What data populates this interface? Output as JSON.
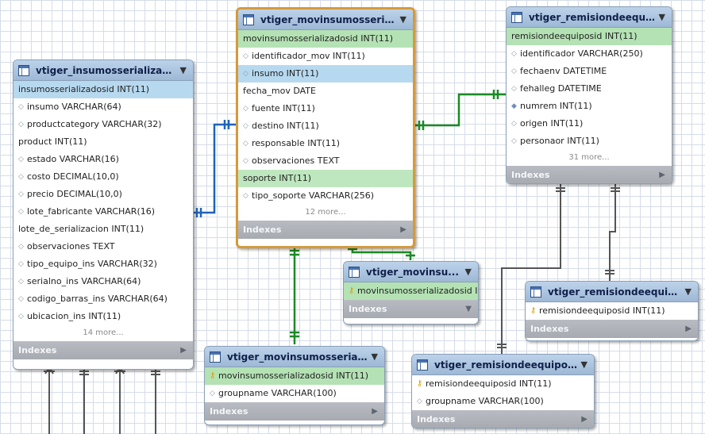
{
  "tables": {
    "insumos": {
      "title": "vtiger_insumosserializados",
      "columns": [
        {
          "marker": "none",
          "text": "insumosserializadosid INT(11)"
        },
        {
          "marker": "diamond",
          "text": "insumo VARCHAR(64)"
        },
        {
          "marker": "diamond",
          "text": "productcategory VARCHAR(32)"
        },
        {
          "marker": "none",
          "text": "product INT(11)"
        },
        {
          "marker": "diamond",
          "text": "estado VARCHAR(16)"
        },
        {
          "marker": "diamond",
          "text": "costo DECIMAL(10,0)"
        },
        {
          "marker": "diamond",
          "text": "precio DECIMAL(10,0)"
        },
        {
          "marker": "diamond",
          "text": "lote_fabricante VARCHAR(16)"
        },
        {
          "marker": "none",
          "text": "lote_de_serializacion INT(11)"
        },
        {
          "marker": "diamond",
          "text": "observaciones TEXT"
        },
        {
          "marker": "diamond",
          "text": "tipo_equipo_ins VARCHAR(32)"
        },
        {
          "marker": "diamond",
          "text": "serialno_ins VARCHAR(64)"
        },
        {
          "marker": "diamond",
          "text": "codigo_barras_ins VARCHAR(64)"
        },
        {
          "marker": "diamond",
          "text": "ubicacion_ins INT(11)"
        }
      ],
      "more": "14 more...",
      "indexes_label": "Indexes"
    },
    "movinsumos": {
      "title": "vtiger_movinsumosseriali...",
      "columns": [
        {
          "marker": "none",
          "text": "movinsumosserializadosid INT(11)"
        },
        {
          "marker": "diamond",
          "text": "identificador_mov INT(11)"
        },
        {
          "marker": "diamond",
          "text": "insumo INT(11)"
        },
        {
          "marker": "none",
          "text": "fecha_mov DATE"
        },
        {
          "marker": "diamond",
          "text": "fuente INT(11)"
        },
        {
          "marker": "diamond",
          "text": "destino INT(11)"
        },
        {
          "marker": "diamond",
          "text": "responsable INT(11)"
        },
        {
          "marker": "diamond",
          "text": "observaciones TEXT"
        },
        {
          "marker": "none",
          "text": "soporte INT(11)"
        },
        {
          "marker": "diamond",
          "text": "tipo_soporte VARCHAR(256)"
        }
      ],
      "more": "12 more...",
      "indexes_label": "Indexes"
    },
    "remisiones": {
      "title": "vtiger_remisiondeequipos",
      "columns": [
        {
          "marker": "none",
          "text": "remisiondeequiposid INT(11)"
        },
        {
          "marker": "diamond",
          "text": "identificador VARCHAR(250)"
        },
        {
          "marker": "diamond",
          "text": "fechaenv DATETIME"
        },
        {
          "marker": "diamond",
          "text": "fehalleg DATETIME"
        },
        {
          "marker": "fk",
          "text": "numrem INT(11)"
        },
        {
          "marker": "diamond",
          "text": "origen INT(11)"
        },
        {
          "marker": "diamond",
          "text": "personaor INT(11)"
        }
      ],
      "more": "31 more...",
      "indexes_label": "Indexes"
    },
    "movinsu_small": {
      "title": "vtiger_movinsu...",
      "columns": [
        {
          "marker": "key",
          "text": "movinsumosserializadosid I..."
        }
      ],
      "indexes_label": "Indexes"
    },
    "remisioncf": {
      "title": "vtiger_remisiondeequiposcf",
      "columns": [
        {
          "marker": "key",
          "text": "remisiondeequiposid INT(11)"
        }
      ],
      "indexes_label": "Indexes"
    },
    "movgroup": {
      "title": "vtiger_movinsumosserializ...",
      "columns": [
        {
          "marker": "key",
          "text": "movinsumosserializadosid INT(11)"
        },
        {
          "marker": "diamond",
          "text": "groupname VARCHAR(100)"
        }
      ],
      "indexes_label": "Indexes"
    },
    "remisiongroup": {
      "title": "vtiger_remisiondeequiposg...",
      "columns": [
        {
          "marker": "key",
          "text": "remisiondeequiposid INT(11)"
        },
        {
          "marker": "diamond",
          "text": "groupname VARCHAR(100)"
        }
      ],
      "indexes_label": "Indexes"
    }
  },
  "colors": {
    "relation_blue": "#1f63b8",
    "relation_green": "#1a8a24",
    "relation_gray": "#555555",
    "selected_border": "#d59a3c"
  }
}
